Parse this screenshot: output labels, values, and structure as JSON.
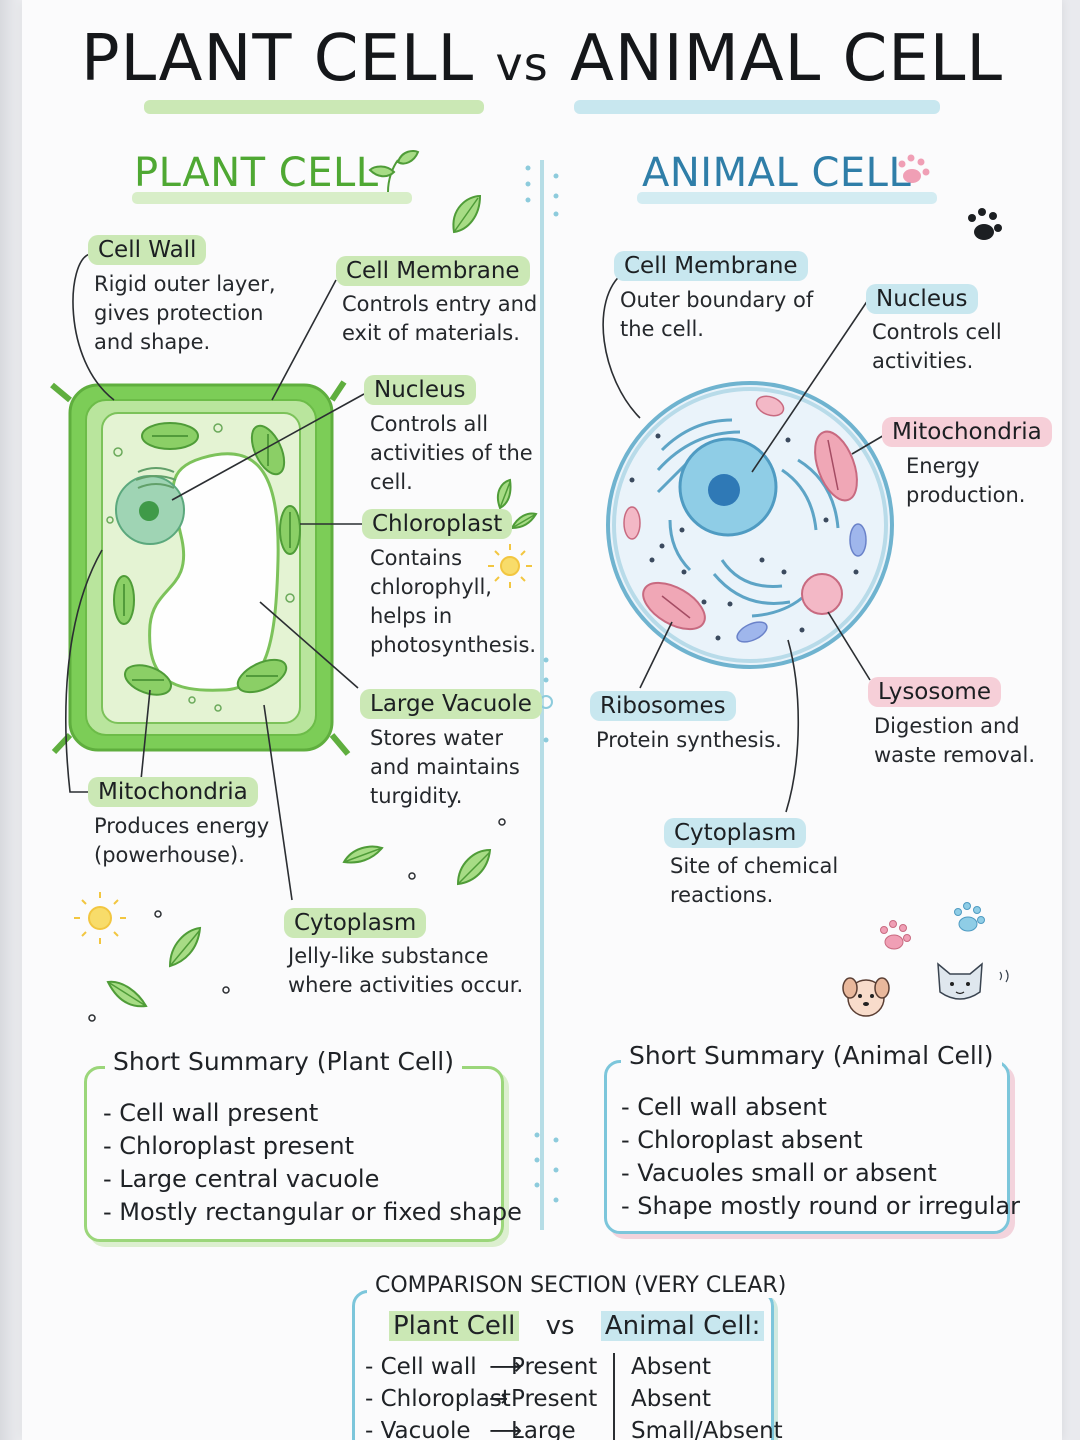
{
  "title": {
    "left": "PLANT CELL",
    "vs": "vs",
    "right": "ANIMAL CELL"
  },
  "plant": {
    "heading": "PLANT CELL",
    "labels": [
      {
        "key": "cell_wall",
        "name": "Cell Wall",
        "desc": [
          "Rigid outer layer,",
          "gives protection",
          "and shape."
        ]
      },
      {
        "key": "cell_membrane",
        "name": "Cell Membrane",
        "desc": [
          "Controls entry and",
          "exit of materials."
        ]
      },
      {
        "key": "nucleus",
        "name": "Nucleus",
        "desc": [
          "Controls all",
          "activities of the",
          "cell."
        ]
      },
      {
        "key": "chloroplast",
        "name": "Chloroplast",
        "desc": [
          "Contains",
          "chlorophyll,",
          "helps in",
          "photosynthesis."
        ]
      },
      {
        "key": "large_vacuole",
        "name": "Large Vacuole",
        "desc": [
          "Stores water",
          "and maintains",
          "turgidity."
        ]
      },
      {
        "key": "mitochondria",
        "name": "Mitochondria",
        "desc": [
          "Produces energy",
          "(powerhouse)."
        ]
      },
      {
        "key": "cytoplasm",
        "name": "Cytoplasm",
        "desc": [
          "Jelly-like substance",
          "where activities occur."
        ]
      }
    ],
    "summary": {
      "title": "Short Summary (Plant Cell)",
      "items": [
        "- Cell wall present",
        "- Chloroplast present",
        "- Large central vacuole",
        "- Mostly rectangular or fixed shape"
      ]
    }
  },
  "animal": {
    "heading": "ANIMAL CELL",
    "labels": [
      {
        "key": "cell_membrane",
        "name": "Cell Membrane",
        "desc": [
          "Outer boundary of",
          "the cell."
        ]
      },
      {
        "key": "nucleus",
        "name": "Nucleus",
        "desc": [
          "Controls cell",
          "activities."
        ]
      },
      {
        "key": "mitochondria",
        "name": "Mitochondria",
        "desc": [
          "Energy",
          "production."
        ]
      },
      {
        "key": "ribosomes",
        "name": "Ribosomes",
        "desc": [
          "Protein synthesis."
        ]
      },
      {
        "key": "lysosome",
        "name": "Lysosome",
        "desc": [
          "Digestion and",
          "waste removal."
        ]
      },
      {
        "key": "cytoplasm",
        "name": "Cytoplasm",
        "desc": [
          "Site of chemical",
          "reactions."
        ]
      }
    ],
    "summary": {
      "title": "Short Summary (Animal Cell)",
      "items": [
        "- Cell wall absent",
        "- Chloroplast absent",
        "- Vacuoles small or absent",
        "- Shape mostly round or irregular"
      ]
    }
  },
  "comparison": {
    "title": "COMPARISON SECTION (VERY CLEAR)",
    "header": {
      "plant": "Plant Cell",
      "vs": "vs",
      "animal": "Animal Cell:"
    },
    "rows": [
      {
        "feature": "- Cell wall",
        "plant": "Present",
        "animal": "Absent"
      },
      {
        "feature": "- Chloroplast",
        "plant": "Present",
        "animal": "Absent"
      },
      {
        "feature": "- Vacuole",
        "plant": "Large",
        "animal": "Small/Absent"
      }
    ]
  },
  "colors": {
    "plant_accent": "#8fd16a",
    "plant_highlight": "#cbe8b5",
    "animal_accent": "#7cc6db",
    "animal_highlight": "#c8e7ef",
    "pink_highlight": "#f6cfd8",
    "text": "#1f2226"
  },
  "icons": [
    "sprout-icon",
    "paw-icon",
    "leaf-icon",
    "sun-icon",
    "cat-icon",
    "dog-icon"
  ]
}
